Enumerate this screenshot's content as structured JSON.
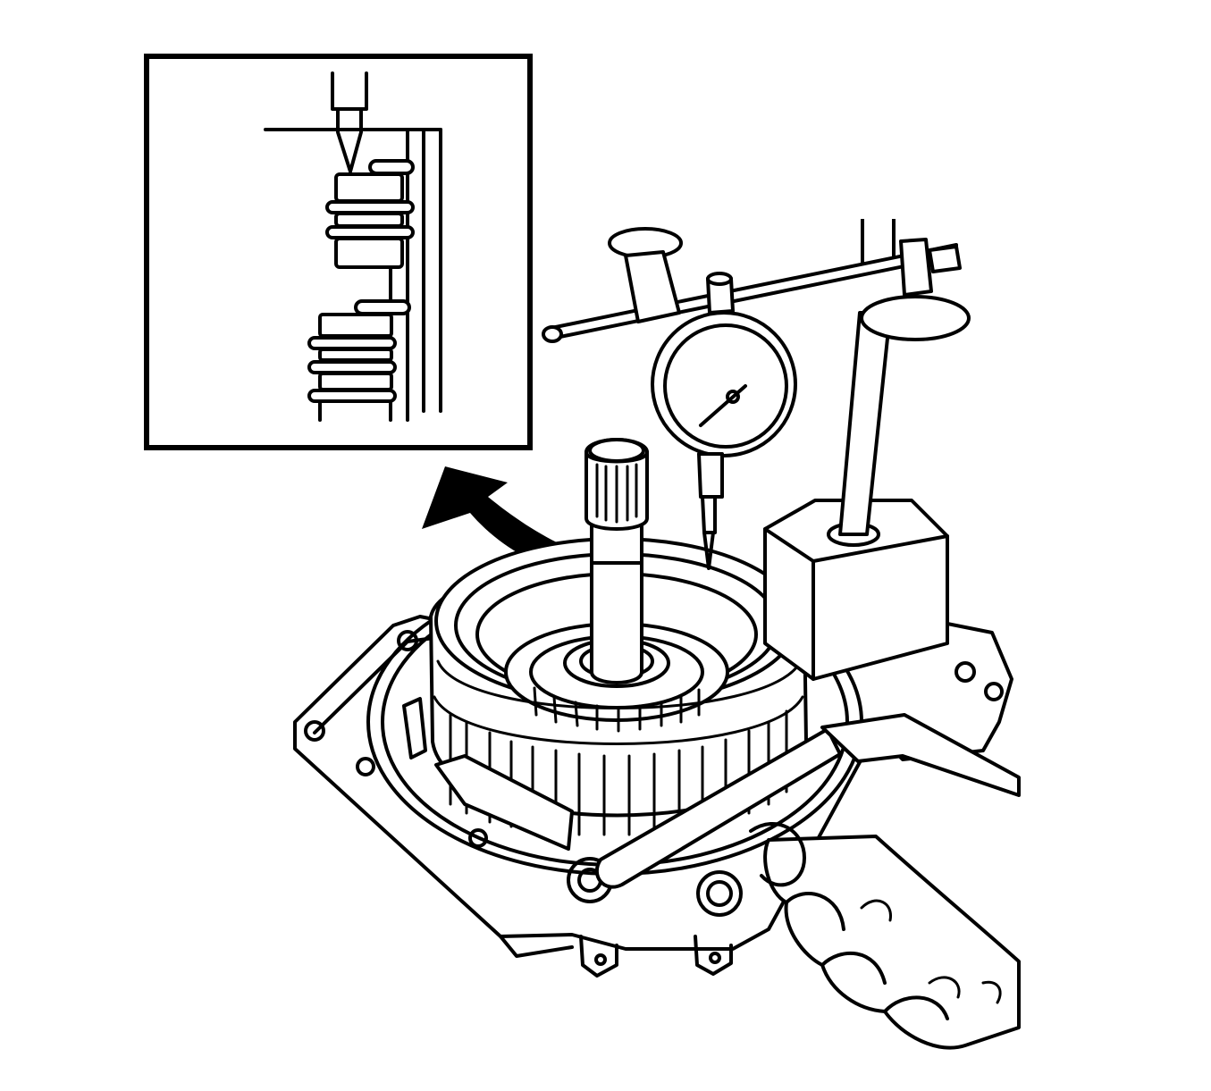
{
  "figure": {
    "kind": "technical line illustration",
    "palette": {
      "ink": "#000000",
      "paper": "#ffffff"
    },
    "parts": [
      "inset-detail-view",
      "dial-indicator",
      "magnetic-base",
      "indicator-stand-arm",
      "input-shaft",
      "clutch-housing",
      "case-flange",
      "feeler-hand",
      "callout-arrow"
    ]
  }
}
